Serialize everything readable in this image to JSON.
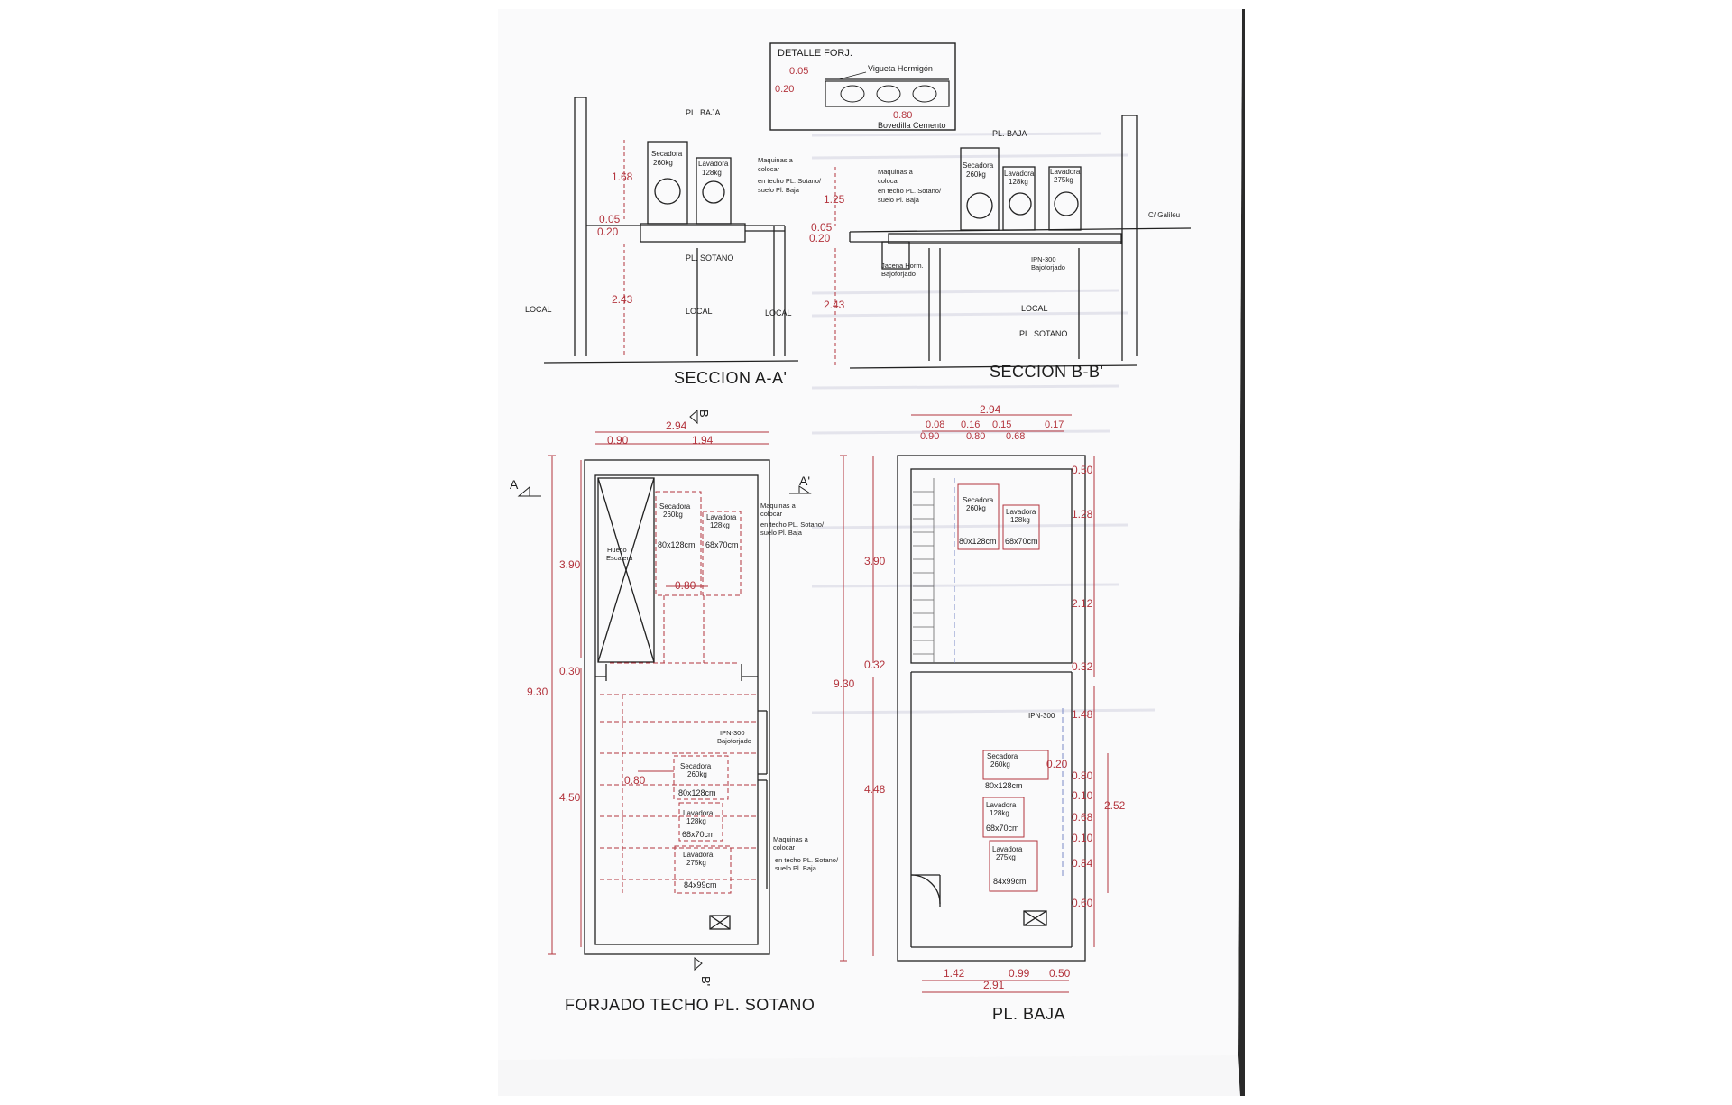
{
  "detail": {
    "title": "DETALLE FORJ.",
    "dim_top": "0.05",
    "dim_bottom": "0.20",
    "vigueta": "Vigueta Hormigón",
    "span": "0.80",
    "bovedilla": "Bovedilla Cemento"
  },
  "section_a": {
    "title": "SECCION A-A'",
    "pl_baja": "PL. BAJA",
    "pl_sotano": "PL. SOTANO",
    "local_left": "LOCAL",
    "local_mid": "LOCAL",
    "local_right": "LOCAL",
    "dim_168": "1.68",
    "dim_005": "0.05",
    "dim_020": "0.20",
    "dim_243": "2.43",
    "secadora": [
      "Secadora",
      "260kg"
    ],
    "lavadora": [
      "Lavadora",
      "128kg"
    ],
    "note": [
      "Maquinas a",
      "colocar",
      "en techo PL. Sotano/",
      "suelo Pl. Baja"
    ]
  },
  "section_b": {
    "title": "SECCION B-B'",
    "pl_baja": "PL. BAJA",
    "pl_sotano": "PL. SOTANO",
    "local": "LOCAL",
    "street": "C/ Galileu",
    "dim_125": "1.25",
    "dim_005": "0.05",
    "dim_020": "0.20",
    "dim_243": "2.43",
    "secadora": [
      "Secadora",
      "260kg"
    ],
    "lavadora1": [
      "Lavadora",
      "128kg"
    ],
    "lavadora2": [
      "Lavadora",
      "275kg"
    ],
    "note": [
      "Maquinas a",
      "colocar",
      "en techo PL. Sotano/",
      "suelo Pl. Baja"
    ],
    "jacena": [
      "Jacena Horm.",
      "Bajoforjado"
    ],
    "ipn": [
      "IPN-300",
      "Bajoforjado"
    ]
  },
  "forjado": {
    "title": "FORJADO TECHO PL. SOTANO",
    "mark_a": "A",
    "mark_a2": "A'",
    "mark_b": "B",
    "mark_b2": "B'",
    "dim_294": "2.94",
    "dim_090": "0.90",
    "dim_194": "1.94",
    "dim_390": "3.90",
    "dim_030": "0.30",
    "dim_930": "9.30",
    "dim_450": "4.50",
    "dim_080a": "0.80",
    "dim_080b": "0.80",
    "hueco": [
      "Hueco",
      "Escalera"
    ],
    "secadora": [
      "Secadora",
      "260kg"
    ],
    "lavadora": [
      "Lavadora",
      "128kg"
    ],
    "size_80x128": "80x128cm",
    "size_68x70": "68x70cm",
    "note_top": [
      "Maquinas a",
      "colocar",
      "en techo PL. Sotano/",
      "suelo Pl. Baja"
    ],
    "ipn": [
      "IPN-300",
      "Bajoforjado"
    ],
    "secadora2": [
      "Secadora",
      "260kg"
    ],
    "size2_80x128": "80x128cm",
    "lavadora2": [
      "Lavadora",
      "128kg"
    ],
    "size2_68x70": "68x70cm",
    "lavadora3": [
      "Lavadora",
      "275kg"
    ],
    "size_84x99": "84x99cm",
    "note_bottom": [
      "Maquinas a",
      "colocar",
      "en techo PL. Sotano/",
      "suelo Pl. Baja"
    ]
  },
  "planta_baja": {
    "title": "PL. BAJA",
    "dim_294": "2.94",
    "dims_top": [
      "0.08",
      "0.16",
      "0.15",
      "0.17"
    ],
    "dims_top2": [
      "0.90",
      "0.80",
      "0.68"
    ],
    "dim_390": "3.90",
    "dim_032a": "0.32",
    "dim_930": "9.30",
    "dim_448": "4.48",
    "right_dims": [
      "0.50",
      "1.28",
      "2.12",
      "0.32",
      "1.48",
      "0.80",
      "0.10",
      "0.68",
      "0.10",
      "0.84",
      "0.60"
    ],
    "dim_252": "2.52",
    "dim_020": "0.20",
    "secadora": [
      "Secadora",
      "260kg"
    ],
    "lavadora": [
      "Lavadora",
      "128kg"
    ],
    "size_80x128": "80x128cm",
    "size_68x70": "68x70cm",
    "ipn": "IPN-300",
    "secadora2": [
      "Secadora",
      "260kg"
    ],
    "size2_80x128": "80x128cm",
    "lavadora2": [
      "Lavadora",
      "128kg"
    ],
    "size2_68x70": "68x70cm",
    "lavadora3": [
      "Lavadora",
      "275kg"
    ],
    "size_84x99": "84x99cm",
    "bottom_dims": [
      "1.42",
      "0.99",
      "0.50"
    ],
    "dim_291": "2.91"
  }
}
